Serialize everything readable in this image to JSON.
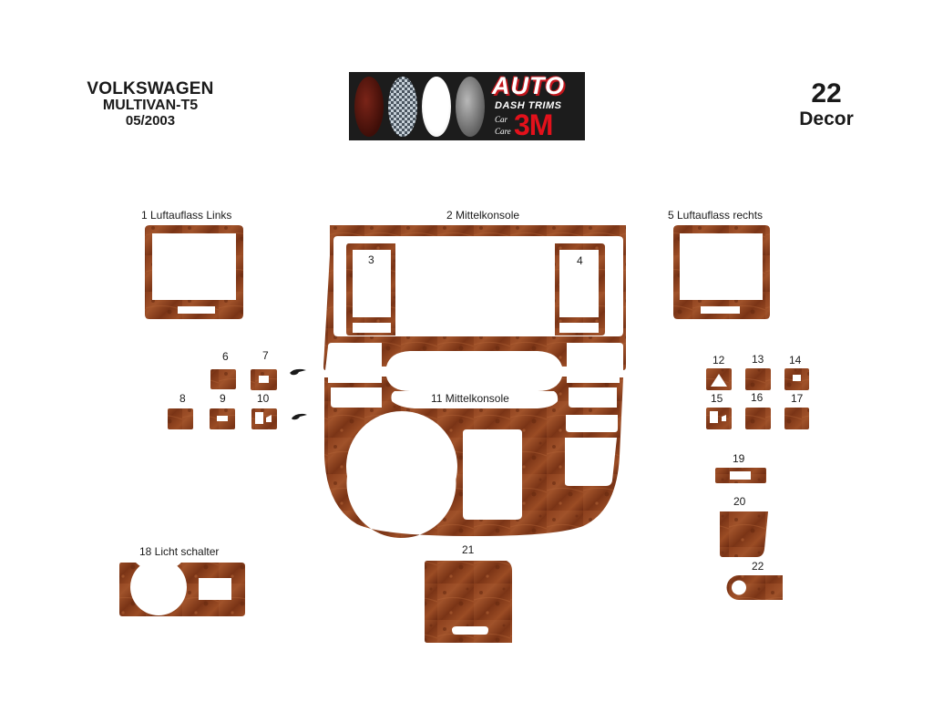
{
  "header": {
    "make": "VOLKSWAGEN",
    "model": "MULTIVAN-T5",
    "date": "05/2003",
    "piece_count": "22",
    "piece_type": "Decor"
  },
  "logo": {
    "line1": "AUTO",
    "line2": "DASH TRIMS",
    "line3a": "Car",
    "line3b": "Care",
    "brand": "3M",
    "swatches": [
      "wood",
      "carbon",
      "white",
      "aluminium"
    ]
  },
  "colors": {
    "wood_dark": "#6b2a12",
    "wood_mid": "#8f4220",
    "wood_light": "#a9582c",
    "text": "#1a1a1a",
    "logo_bg": "#1c1c1c",
    "logo_red": "#e3111b"
  },
  "parts": [
    {
      "id": "1",
      "label": "1  Luftauflass Links"
    },
    {
      "id": "2",
      "label": "2  Mittelkonsole"
    },
    {
      "id": "3",
      "label": "3"
    },
    {
      "id": "4",
      "label": "4"
    },
    {
      "id": "5",
      "label": "5  Luftauflass rechts"
    },
    {
      "id": "6",
      "label": "6"
    },
    {
      "id": "7",
      "label": "7"
    },
    {
      "id": "8",
      "label": "8"
    },
    {
      "id": "9",
      "label": "9"
    },
    {
      "id": "10",
      "label": "10"
    },
    {
      "id": "11",
      "label": "11  Mittelkonsole"
    },
    {
      "id": "12",
      "label": "12"
    },
    {
      "id": "13",
      "label": "13"
    },
    {
      "id": "14",
      "label": "14"
    },
    {
      "id": "15",
      "label": "15"
    },
    {
      "id": "16",
      "label": "16"
    },
    {
      "id": "17",
      "label": "17"
    },
    {
      "id": "18",
      "label": "18  Licht schalter"
    },
    {
      "id": "19",
      "label": "19"
    },
    {
      "id": "20",
      "label": "20"
    },
    {
      "id": "21",
      "label": "21"
    },
    {
      "id": "22",
      "label": "22"
    }
  ]
}
